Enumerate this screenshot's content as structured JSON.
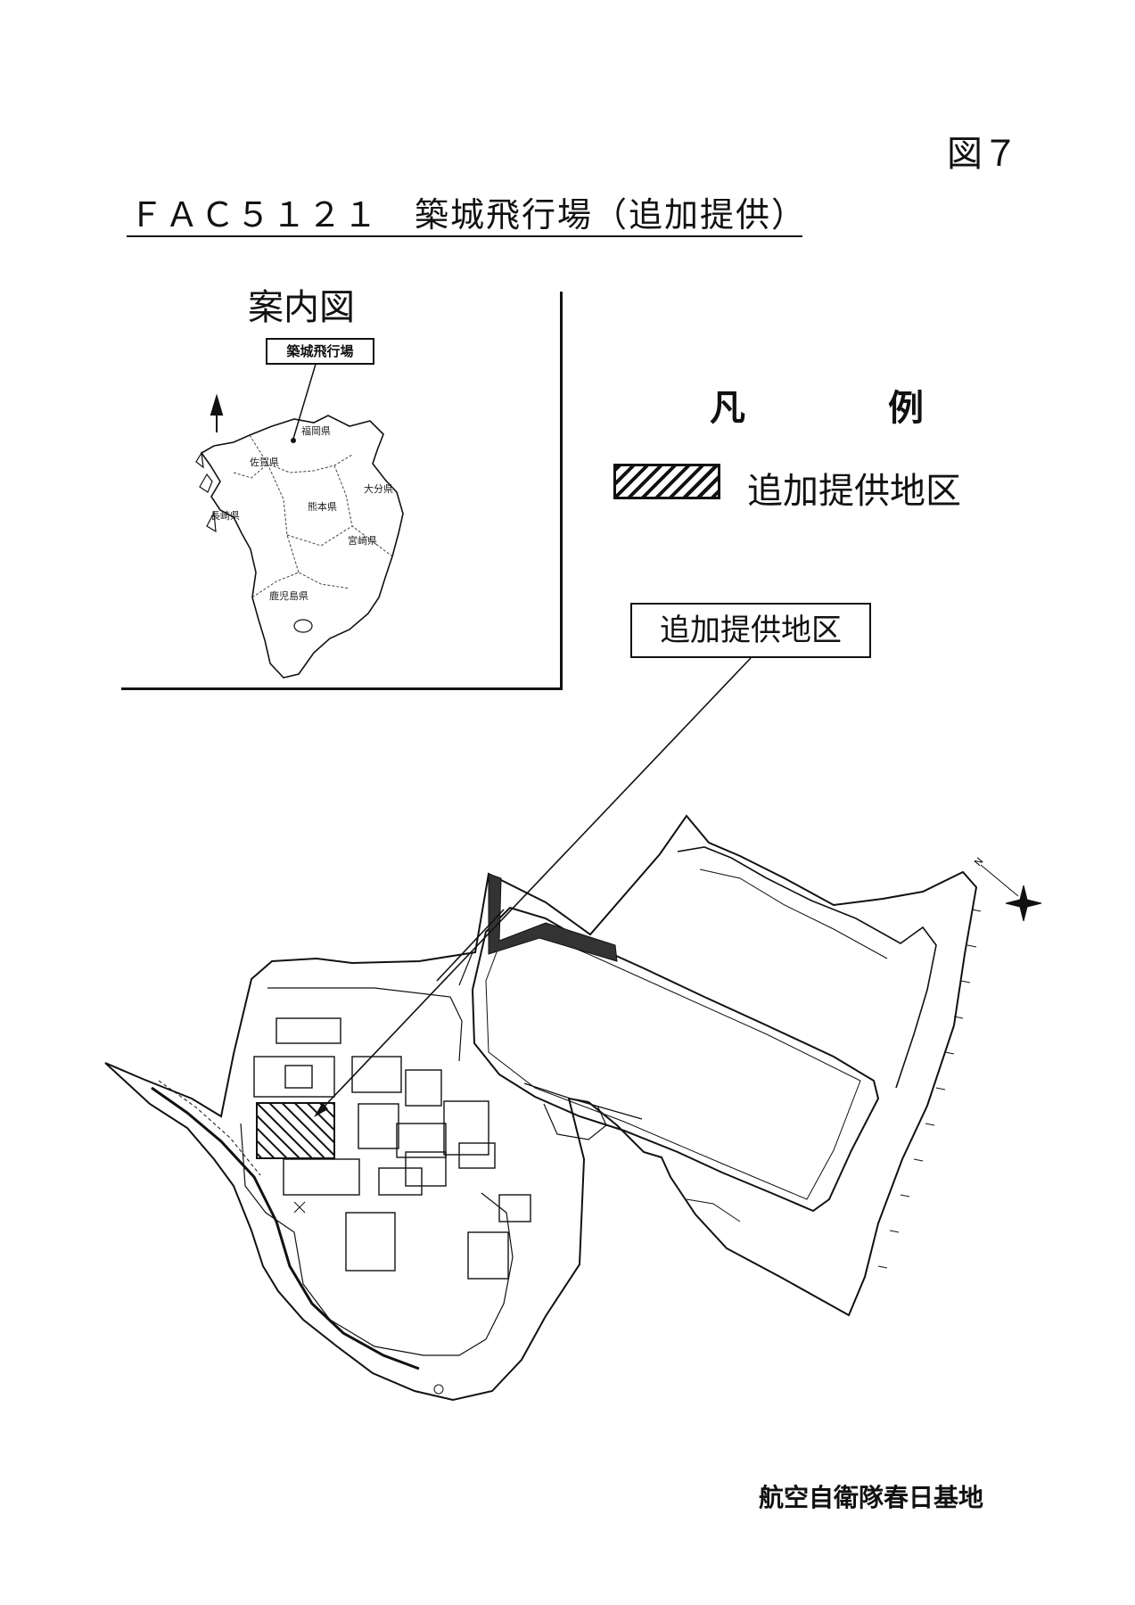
{
  "figure_number": "図７",
  "title": "ＦＡＣ５１２１　築城飛行場（追加提供）",
  "inset_map": {
    "caption": "案内図",
    "location_label": "築城飛行場",
    "prefectures": [
      "福岡県",
      "佐賀県",
      "長崎県",
      "熊本県",
      "大分県",
      "宮崎県",
      "鹿児島県"
    ]
  },
  "legend": {
    "heading": "凡　例",
    "items": [
      {
        "label": "追加提供地区",
        "pattern": "diagonal-hatch"
      }
    ]
  },
  "callout": {
    "label": "追加提供地区"
  },
  "icons": [
    "north-arrow-icon",
    "compass-rose-icon"
  ],
  "footer": {
    "organization": "航空自衛隊春日基地"
  },
  "colors": {
    "ink": "#111111",
    "paper": "#ffffff"
  }
}
